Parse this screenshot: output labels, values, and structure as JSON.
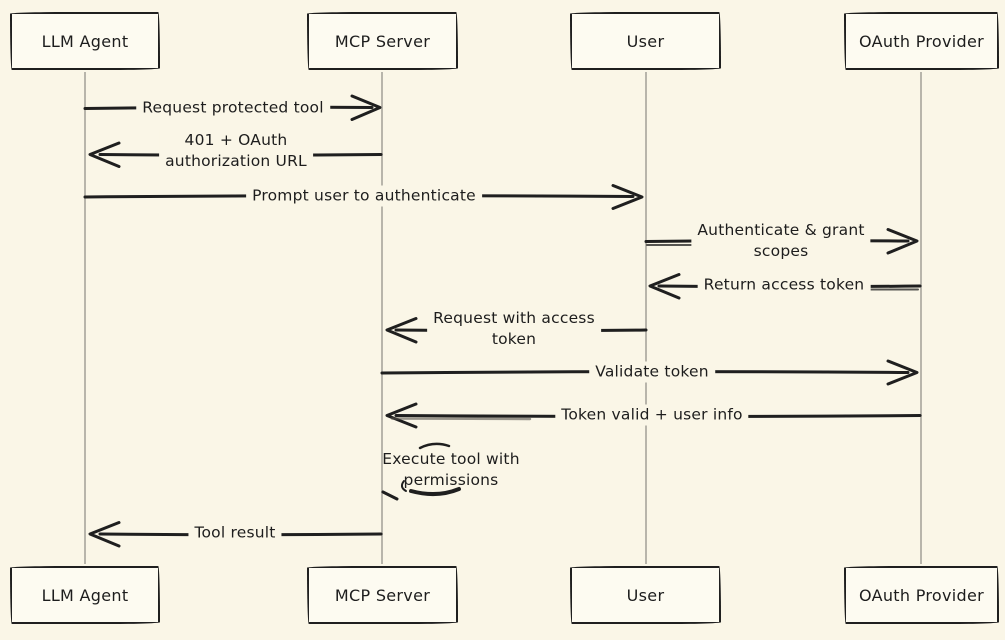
{
  "colors": {
    "background": "#faf6e7",
    "box_fill": "#fdfbf1",
    "stroke": "#1f1f1f",
    "lifeline": "#b8b5ab",
    "text": "#1d1d1d"
  },
  "actors": [
    {
      "name": "LLM Agent"
    },
    {
      "name": "MCP Server"
    },
    {
      "name": "User"
    },
    {
      "name": "OAuth Provider"
    }
  ],
  "messages": [
    {
      "label": "Request protected tool",
      "from": "LLM Agent",
      "to": "MCP Server"
    },
    {
      "label": "401 + OAuth\nauthorization URL",
      "from": "MCP Server",
      "to": "LLM Agent"
    },
    {
      "label": "Prompt user to authenticate",
      "from": "LLM Agent",
      "to": "User"
    },
    {
      "label": "Authenticate & grant\nscopes",
      "from": "User",
      "to": "OAuth Provider"
    },
    {
      "label": "Return access token",
      "from": "OAuth Provider",
      "to": "User"
    },
    {
      "label": "Request with access\ntoken",
      "from": "User",
      "to": "MCP Server"
    },
    {
      "label": "Validate token",
      "from": "MCP Server",
      "to": "OAuth Provider"
    },
    {
      "label": "Token valid + user info",
      "from": "OAuth Provider",
      "to": "MCP Server"
    },
    {
      "label": "Tool result",
      "from": "MCP Server",
      "to": "LLM Agent"
    }
  ],
  "note": {
    "label": "Execute tool with\npermissions",
    "at": "MCP Server"
  }
}
